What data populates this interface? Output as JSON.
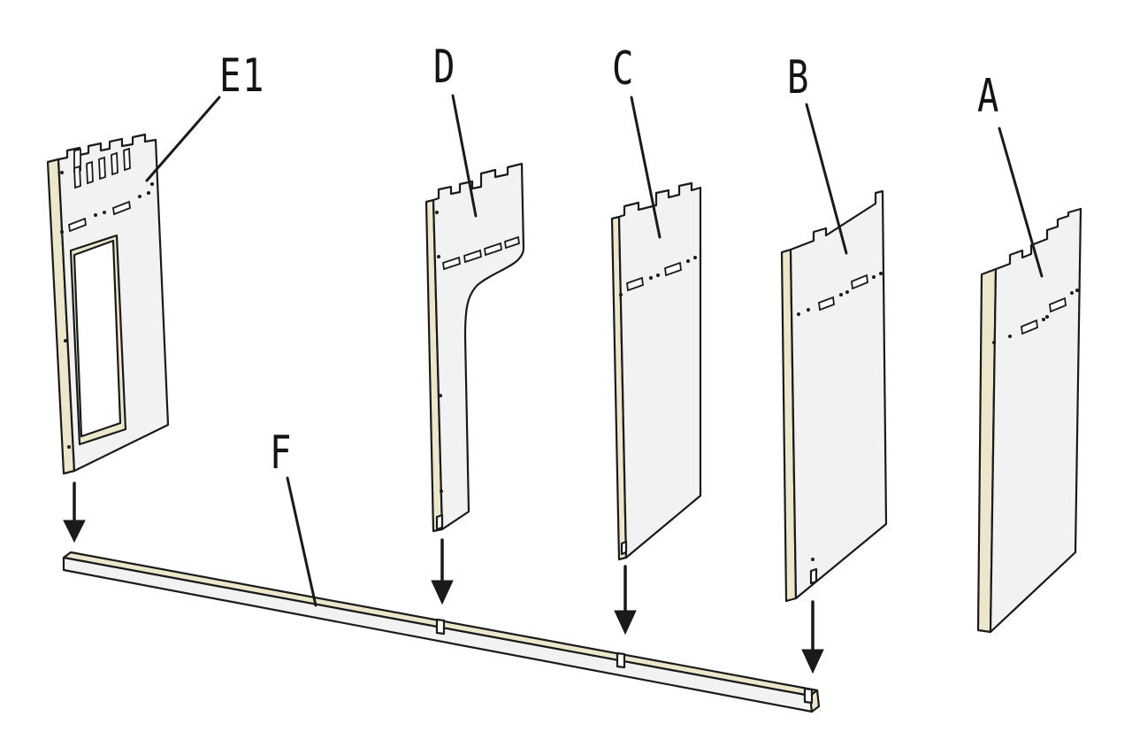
{
  "labels": {
    "e1": "E1",
    "d": "D",
    "c": "C",
    "b": "B",
    "a": "A",
    "f": "F"
  },
  "colors": {
    "panel_face": "#f2f2f2",
    "panel_edge": "#ece6cc",
    "line": "#1a1a1a",
    "background": "#ffffff"
  }
}
